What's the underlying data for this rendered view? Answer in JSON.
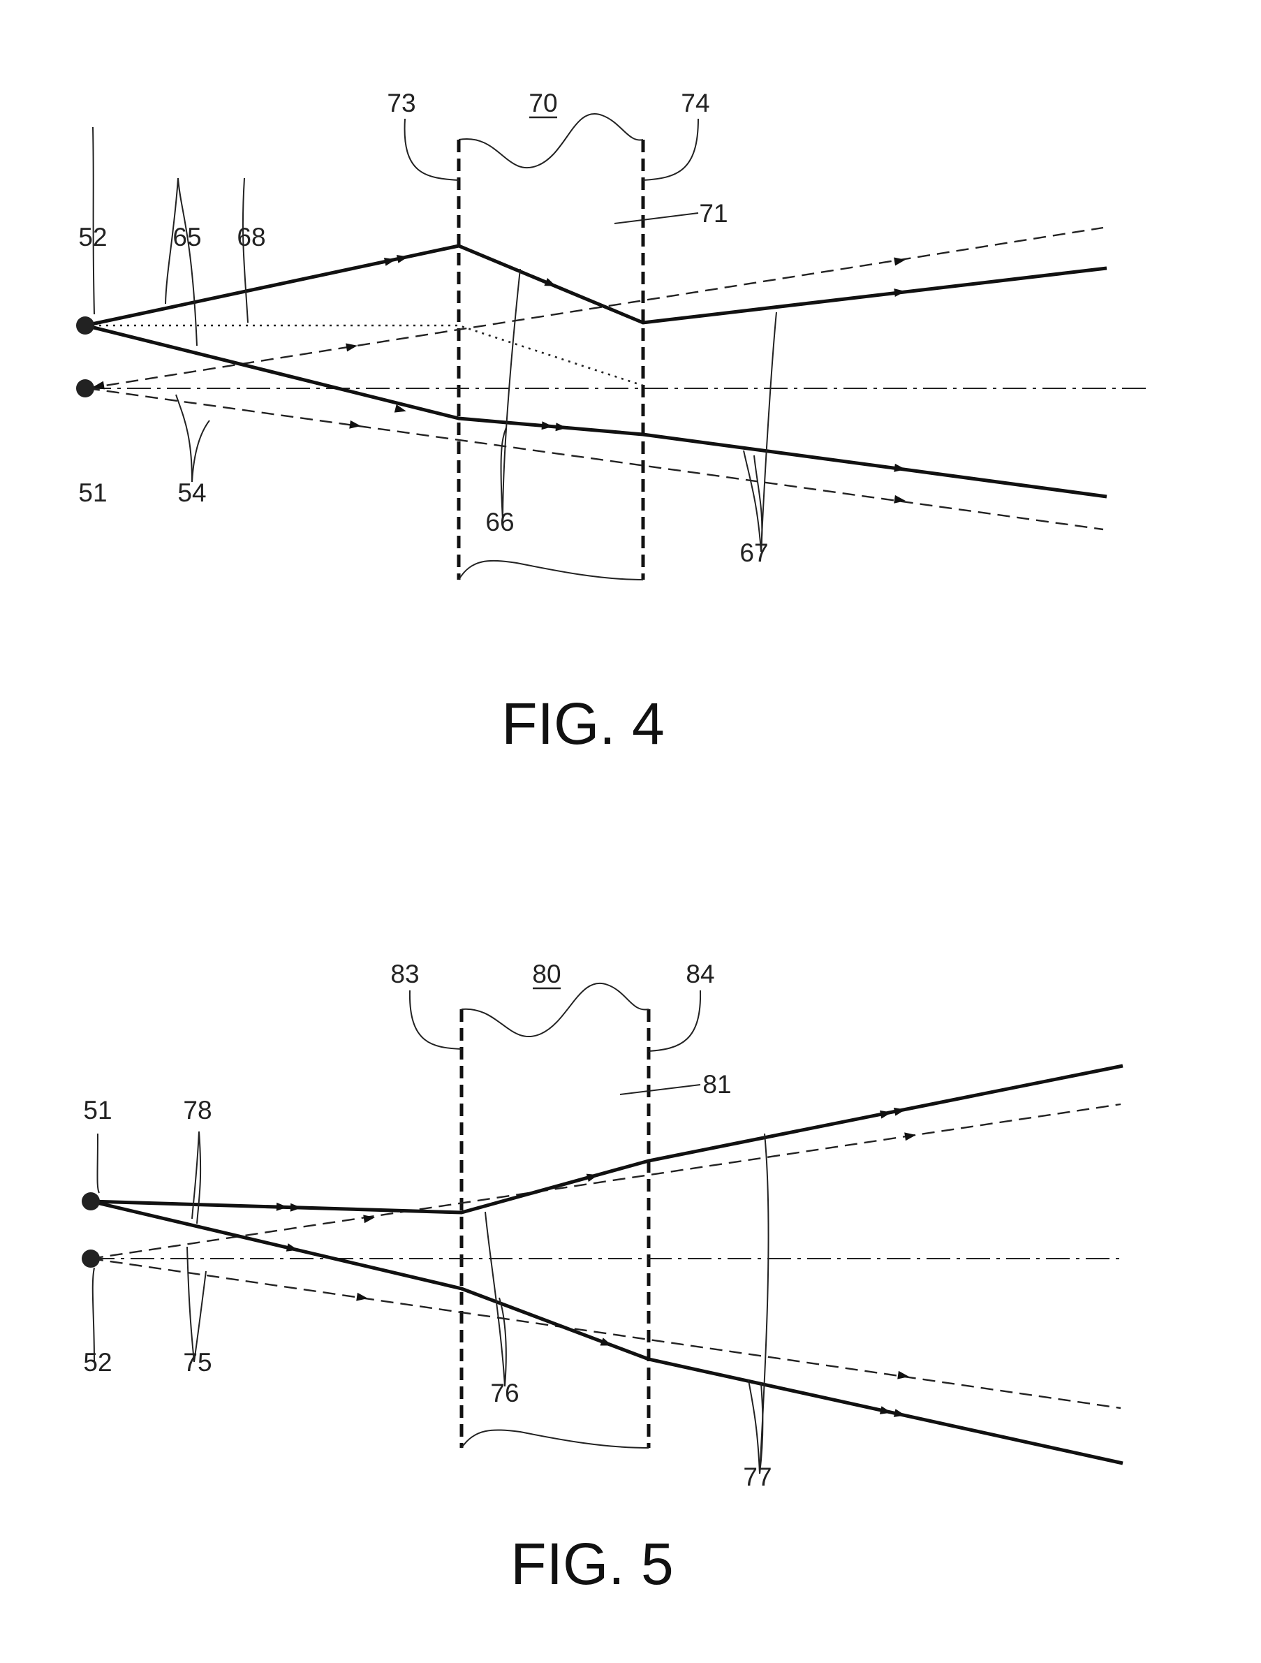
{
  "figures": [
    {
      "caption": "FIG. 4",
      "labels": {
        "l73": "73",
        "l70": "70",
        "l74": "74",
        "l71": "71",
        "l52": "52",
        "l65": "65",
        "l68": "68",
        "l51": "51",
        "l54": "54",
        "l66": "66",
        "l67": "67"
      }
    },
    {
      "caption": "FIG. 5",
      "labels": {
        "l83": "83",
        "l80": "80",
        "l84": "84",
        "l81": "81",
        "l51": "51",
        "l78": "78",
        "l52": "52",
        "l75": "75",
        "l76": "76",
        "l77": "77"
      }
    }
  ]
}
